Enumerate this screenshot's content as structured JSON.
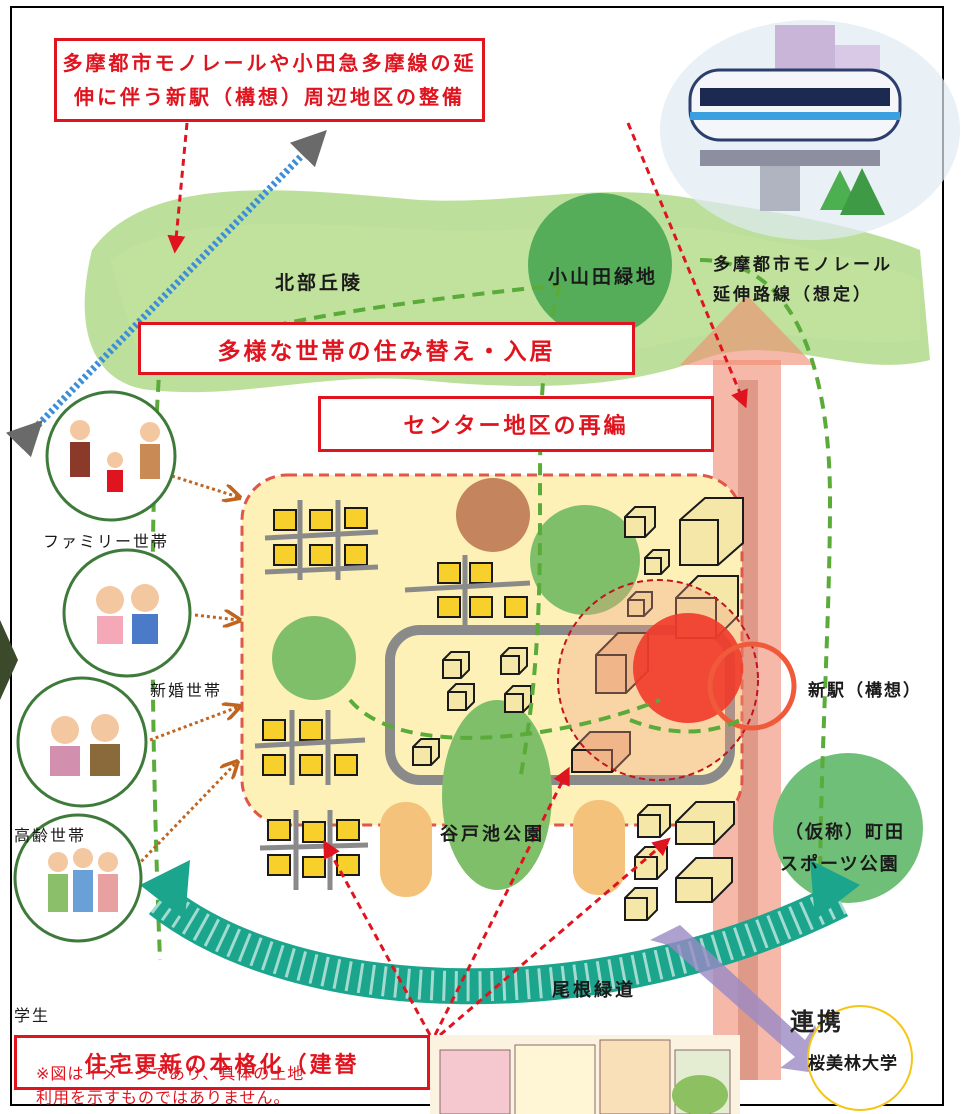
{
  "header_box": {
    "line1": "多摩都市モノレールや小田急多摩線の延",
    "line2": "伸に伴う新駅（構想）周辺地区の整備"
  },
  "areas": {
    "north_hills": "北部丘陵",
    "koyamada": "小山田緑地",
    "monorail_route_line1": "多摩都市モノレール",
    "monorail_route_line2": "延伸路線（想定）",
    "new_station": "新駅（構想）",
    "yatoike_park": "谷戸池公園",
    "sports_park_line1": "（仮称）町田",
    "sports_park_line2": "スポーツ公園",
    "ridge_path": "尾根緑道",
    "collaboration": "連携",
    "obirin_univ": "桜美林大学"
  },
  "boxes": {
    "diverse_households": "多様な世帯の住み替え・入居",
    "center_reorg": "センター地区の再編",
    "housing_renewal": "住宅更新の本格化（建替"
  },
  "households": [
    {
      "label": "ファミリー世帯",
      "icon": "family-icon"
    },
    {
      "label": "新婚世帯",
      "icon": "newlywed-icon"
    },
    {
      "label": "高齢世帯",
      "icon": "elderly-icon"
    },
    {
      "label": "学生",
      "icon": "student-icon"
    }
  ],
  "note": {
    "line1": "※図はイメージであり、具体の土地",
    "line2": "利用を示すものではありません。"
  },
  "colors": {
    "red": "#e0141e",
    "green_hill": "#9bd06a",
    "green_park": "#5fae5a",
    "district": "#fdf1b8",
    "teal_path": "#1aa58c",
    "salmon_arrow": "#f08a70",
    "building": "#f7d02c"
  }
}
